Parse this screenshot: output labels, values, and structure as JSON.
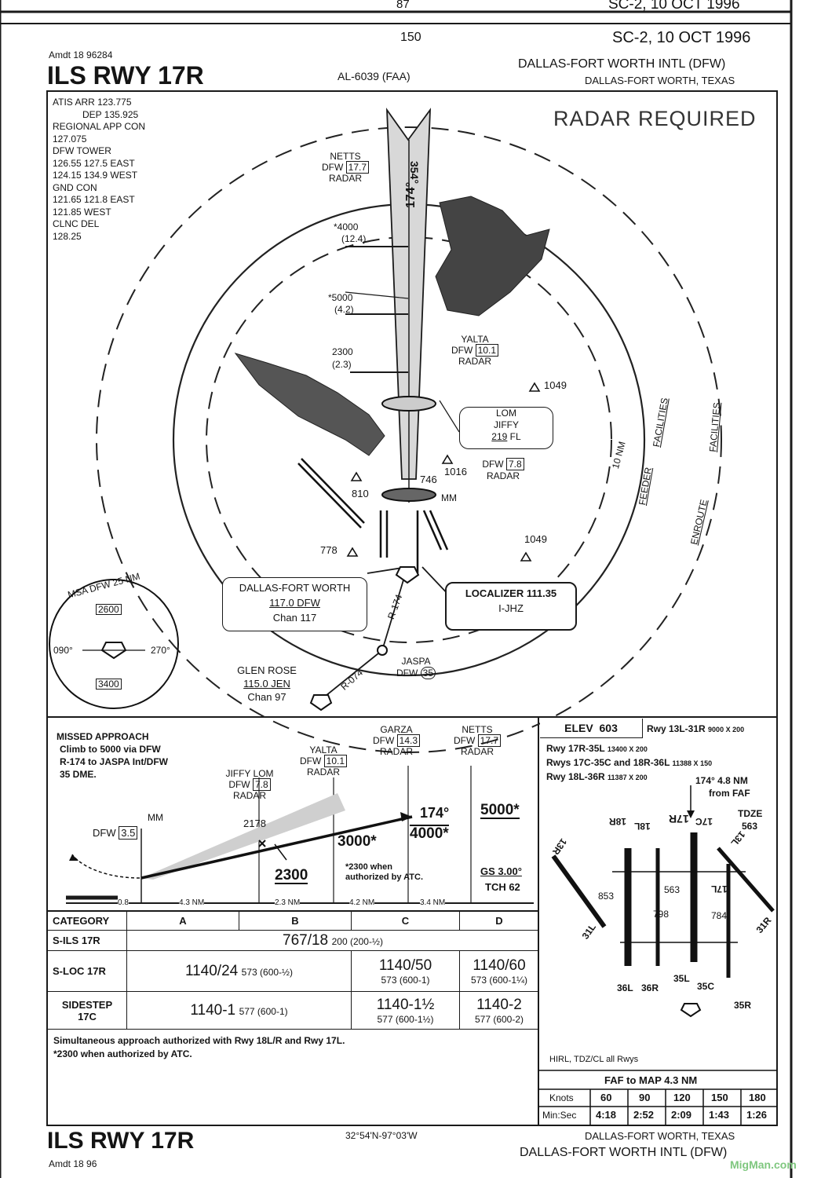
{
  "top_strip": {
    "page_no": "87",
    "date": "SC-2, 10 OCT 1996"
  },
  "header": {
    "page_no": "150",
    "date": "SC-2, 10 OCT 1996",
    "amdt": "Amdt 18 96284",
    "title": "ILS RWY 17R",
    "procedure_id": "AL-6039 (FAA)",
    "airport": "DALLAS-FORT WORTH INTL (DFW)",
    "city": "DALLAS-FORT WORTH, TEXAS"
  },
  "comms": {
    "atis": "ATIS ARR 123.775",
    "atis_dep": "DEP 135.925",
    "regional_label": "REGIONAL APP CON",
    "regional_freq": "127.075",
    "tower_label": "DFW TOWER",
    "tower_east": "126.55 127.5 EAST",
    "tower_west": "124.15 134.9 WEST",
    "gnd_label": "GND CON",
    "gnd_east": "121.65 121.8 EAST",
    "gnd_west": "121.85 WEST",
    "clnc_label": "CLNC DEL",
    "clnc_freq": "128.25"
  },
  "plan": {
    "radar_required": "RADAR REQUIRED",
    "netts": "NETTS",
    "netts_dfw": "DFW",
    "netts_dist": "17.7",
    "netts_radar": "RADAR",
    "course_top": "354°",
    "alt_4000": "*4000",
    "dist_4000": "(12.4)",
    "course_mid": "174°",
    "alt_5000": "*5000",
    "dist_5000": "(4.2)",
    "alt_2300": "2300",
    "dist_2300": "(2.3)",
    "yalta": "YALTA",
    "yalta_dfw": "DFW",
    "yalta_dist": "10.1",
    "yalta_radar": "RADAR",
    "obst_1049a": "1049",
    "obst_1049b": "1049",
    "obst_1016": "1016",
    "obst_810": "810",
    "obst_746": "746",
    "obst_778": "778",
    "lom": "LOM",
    "jiffy": "JIFFY",
    "lom_freq": "219",
    "lom_ident": "FL",
    "jiffy_dfw": "DFW",
    "jiffy_dist": "7.8",
    "jiffy_radar": "RADAR",
    "mm": "MM",
    "ring_10nm": "10 NM",
    "feeder": "FEEDER",
    "enroute": "ENROUTE",
    "facilities": "FACILITIES",
    "vortac_name": "DALLAS-FORT WORTH",
    "vortac_freq": "117.0 DFW",
    "vortac_chan": "Chan 117",
    "loc_label": "LOCALIZER 111.35",
    "loc_ident": "I-JHZ",
    "radial_174": "R-174",
    "radial_074": "R-074",
    "jaspa": "JASPA",
    "jaspa_dfw": "DFW",
    "jaspa_dist": "35",
    "glen_rose": "GLEN ROSE",
    "glen_freq": "115.0 JEN",
    "glen_chan": "Chan 97",
    "msa_label": "MSA DFW 25 NM",
    "msa_2600": "2600",
    "msa_3400": "3400",
    "msa_090": "090°",
    "msa_270": "270°"
  },
  "profile": {
    "ma_title": "MISSED APPROACH",
    "ma_line1": "Climb to 5000 via DFW",
    "ma_line2": "R-174 to JASPA Int/DFW",
    "ma_line3": "35 DME.",
    "garza": "GARZA",
    "garza_dfw": "DFW",
    "garza_dist": "14.3",
    "garza_radar": "RADAR",
    "netts": "NETTS",
    "netts_dfw": "DFW",
    "netts_dist": "17.7",
    "netts_radar": "RADAR",
    "yalta": "YALTA",
    "yalta_dfw": "DFW",
    "yalta_dist": "10.1",
    "yalta_radar": "RADAR",
    "jiffy": "JIFFY LOM",
    "jiffy_dfw": "DFW",
    "jiffy_dist": "7.8",
    "jiffy_radar": "RADAR",
    "mm": "MM",
    "mm_dfw": "DFW",
    "mm_dist": "3.5",
    "alt_2178": "2178",
    "alt_2300": "2300",
    "alt_3000": "3000*",
    "alt_4000": "4000*",
    "alt_5000": "5000*",
    "course": "174°",
    "note_line1": "*2300 when",
    "note_line2": "authorized by ATC.",
    "gs": "GS 3.00°",
    "tch": "TCH 62",
    "seg_0": "0.8",
    "seg_1": "4.3 NM",
    "seg_2": "2.3 NM",
    "seg_3": "4.2 NM",
    "seg_4": "3.4 NM"
  },
  "minimums": {
    "header": [
      "CATEGORY",
      "A",
      "B",
      "C",
      "D"
    ],
    "s_ils_label": "S-ILS 17R",
    "s_ils_value": "767/18",
    "s_ils_sub": "200 (200-½)",
    "s_loc_label": "S-LOC 17R",
    "s_loc_ab": "1140/24",
    "s_loc_ab_sub": "573 (600-½)",
    "s_loc_c": "1140/50",
    "s_loc_c_sub": "573 (600-1)",
    "s_loc_d": "1140/60",
    "s_loc_d_sub": "573 (600-1¼)",
    "sidestep_label1": "SIDESTEP",
    "sidestep_label2": "17C",
    "ss_ab": "1140-1",
    "ss_ab_sub": "577 (600-1)",
    "ss_c": "1140-1½",
    "ss_c_sub": "577 (600-1½)",
    "ss_d": "1140-2",
    "ss_d_sub": "577 (600-2)",
    "note1": "Simultaneous approach authorized with Rwy 18L/R and Rwy 17L.",
    "note2": "*2300 when authorized by ATC."
  },
  "airport_diagram": {
    "elev_label": "ELEV",
    "elev_value": "603",
    "rwy_13l": "Rwy 13L-31R",
    "rwy_13l_dim": "9000 X 200",
    "rwy_17r": "Rwy 17R-35L",
    "rwy_17r_dim": "13400 X 200",
    "rwy_17c": "Rwys 17C-35C and 18R-36L",
    "rwy_17c_dim": "11388 X 150",
    "rwy_18l": "Rwy 18L-36R",
    "rwy_18l_dim": "11387 X 200",
    "faf_note": "174° 4.8 NM",
    "faf_note2": "from FAF",
    "tdze": "TDZE",
    "tdze_val": "563",
    "lbl_18r": "18R",
    "lbl_18l": "18L",
    "lbl_17r": "17R",
    "lbl_17c": "17C",
    "lbl_17l": "17L",
    "lbl_36l": "36L",
    "lbl_36r": "36R",
    "lbl_35l": "35L",
    "lbl_35c": "35C",
    "lbl_35r": "35R",
    "lbl_31l": "31L",
    "lbl_31r": "31R",
    "lbl_13r": "13R",
    "lbl_13l": "13L",
    "e_853": "853",
    "e_798": "798",
    "e_784": "784",
    "e_563": "563",
    "hirl": "HIRL, TDZ/CL all Rwys",
    "faf_map": "FAF to MAP 4.3 NM",
    "knots_label": "Knots",
    "knots": [
      "60",
      "90",
      "120",
      "150",
      "180"
    ],
    "minsec_label": "Min:Sec",
    "minsec": [
      "4:18",
      "2:52",
      "2:09",
      "1:43",
      "1:26"
    ]
  },
  "footer": {
    "title": "ILS RWY 17R",
    "coords": "32°54'N-97°03'W",
    "city": "DALLAS-FORT WORTH, TEXAS",
    "airport": "DALLAS-FORT WORTH INTL (DFW)",
    "amdt": "Amdt 18 96",
    "watermark": "MigMan.com"
  }
}
